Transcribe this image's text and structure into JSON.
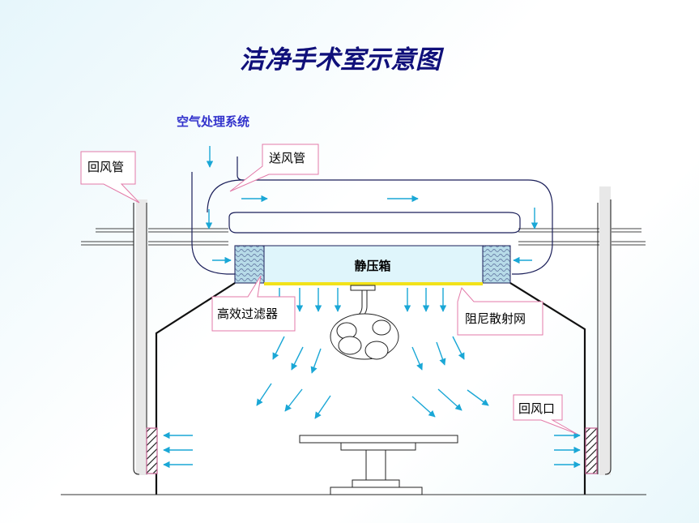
{
  "title": "洁净手术室示意图",
  "labels": {
    "air_handling": "空气处理系统",
    "supply_duct": "送风管",
    "return_duct": "回风管",
    "plenum_box": "静压箱",
    "hepa_filter": "高效过滤器",
    "damper_grille": "阻尼散射网",
    "return_vent": "回风口"
  },
  "colors": {
    "title": "#10107a",
    "subtitle": "#3333cc",
    "airflow_arrow": "#1aa7d6",
    "callout_border": "#e37aa8",
    "plenum_fill": "#dff5fb",
    "filter_fill": "#b7dbe8",
    "diffuser": "#f2e21a",
    "vent_hatch": "#c06090"
  }
}
